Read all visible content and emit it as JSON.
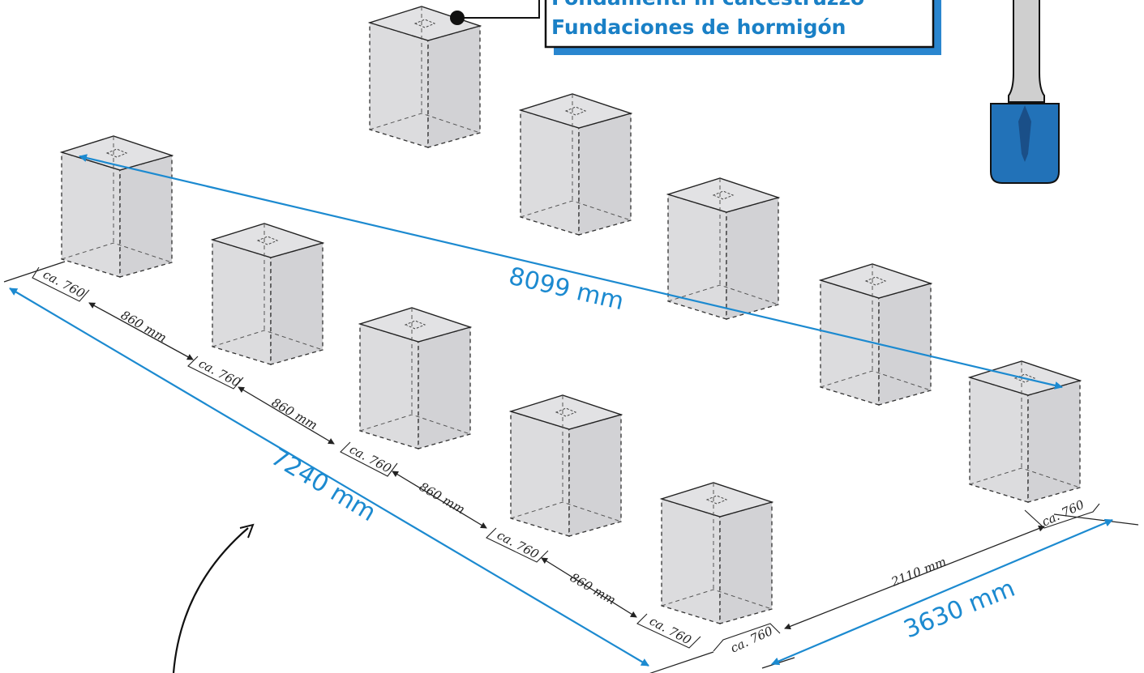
{
  "legend": {
    "line1": "Fondamenti in calcestruzzo",
    "line2": "Fundaciones de hormigón"
  },
  "dimensions": {
    "diagonal": "8099 mm",
    "length": "7240 mm",
    "width": "3630 mm",
    "gap_long": "860 mm",
    "gap_short": "2110 mm",
    "footing": "ca. 760"
  },
  "colors": {
    "accent": "#1c8ad0",
    "block_fill": "#dcdcde",
    "shovel_blade": "#2272b8",
    "shovel_handle": "#c8c8c8"
  },
  "icons": [
    "shovel-icon",
    "rotation-arrow-icon",
    "leader-dot-icon"
  ]
}
